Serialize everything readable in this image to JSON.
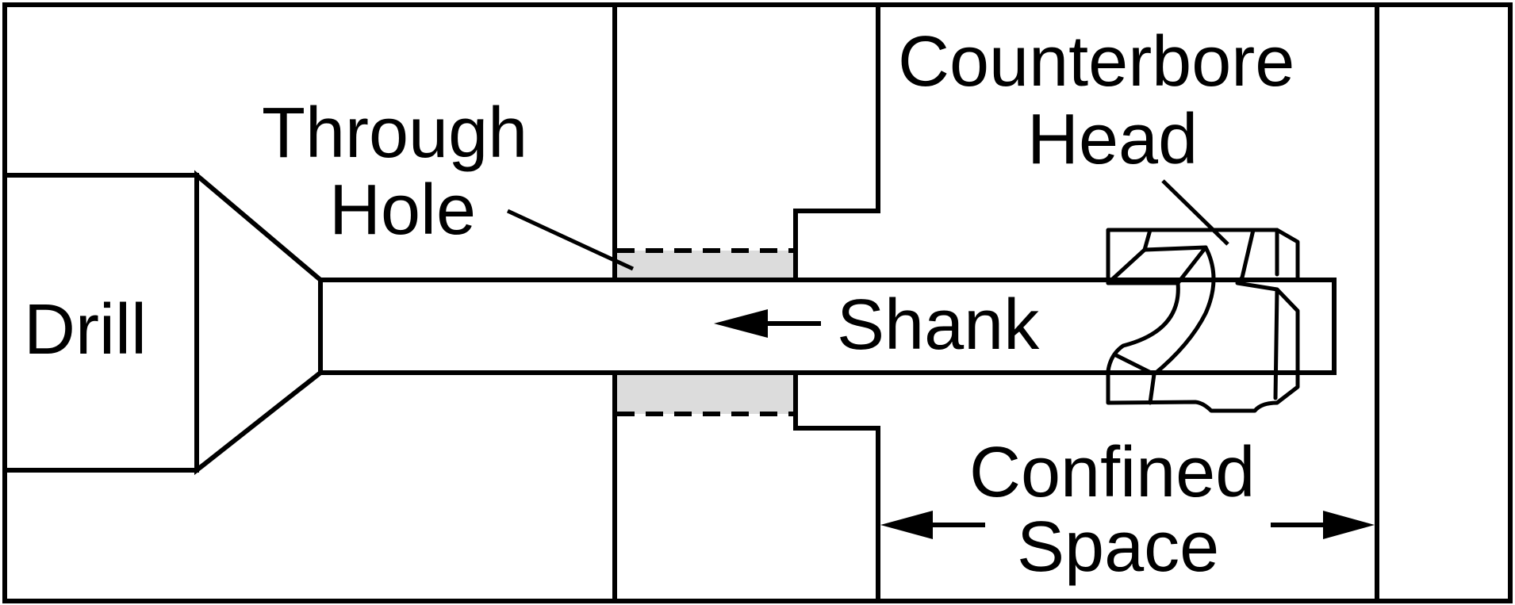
{
  "labels": {
    "drill": "Drill",
    "through_hole_line1": "Through",
    "through_hole_line2": "Hole",
    "shank": "Shank",
    "counterbore_head_line1": "Counterbore",
    "counterbore_head_line2": "Head",
    "confined_space_line1": "Confined",
    "confined_space_line2": "Space"
  },
  "colors": {
    "outline": "#000000",
    "workpiece_fill": "#bcbcbc",
    "hole_fill": "#dcdcdc",
    "background": "#ffffff"
  }
}
